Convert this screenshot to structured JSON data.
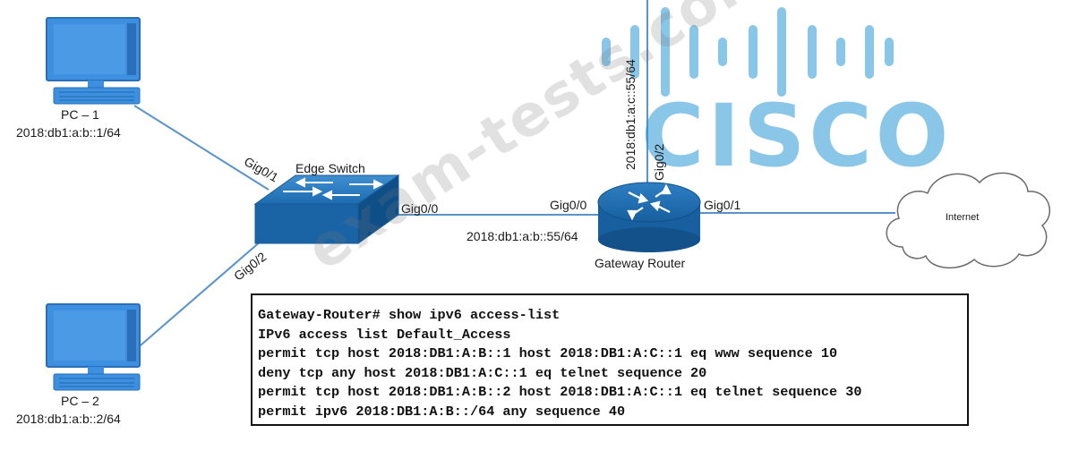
{
  "devices": {
    "pc1": {
      "name": "PC – 1",
      "address": "2018:db1:a:b::1/64"
    },
    "pc2": {
      "name": "PC – 2",
      "address": "2018:db1:a:b::2/64"
    },
    "switch": {
      "name": "Edge Switch"
    },
    "router": {
      "name": "Gateway Router"
    },
    "cloud": {
      "name": "Internet"
    }
  },
  "interfaces": {
    "switch_gig0_1": "Gig0/1",
    "switch_gig0_2": "Gig0/2",
    "switch_gig0_0": "Gig0/0",
    "router_gig0_0": "Gig0/0",
    "router_gig0_0_address": "2018:db1:a:b::55/64",
    "router_gig0_2": "Gig0/2",
    "router_gig0_2_address": "2018:db1:a:c::55/64",
    "router_gig0_1": "Gig0/1"
  },
  "terminal": {
    "lines": [
      "Gateway-Router# show ipv6 access-list",
      "IPv6 access list Default_Access",
      "permit tcp host 2018:DB1:A:B::1 host 2018:DB1:A:C::1 eq www sequence 10",
      "deny tcp any host 2018:DB1:A:C::1 eq telnet sequence 20",
      "permit tcp host 2018:DB1:A:B::2 host 2018:DB1:A:C::1 eq telnet sequence 30",
      "permit ipv6 2018:DB1:A:B::/64 any sequence 40"
    ]
  },
  "watermark": {
    "logo_text": "CISCO",
    "site_text": "exam-tests.com"
  },
  "colors": {
    "device_blue": "#1f6fb5",
    "pc_blue": "#3d8fe0",
    "link_blue": "#5a93c7",
    "cisco_blue": "#2998d6"
  }
}
